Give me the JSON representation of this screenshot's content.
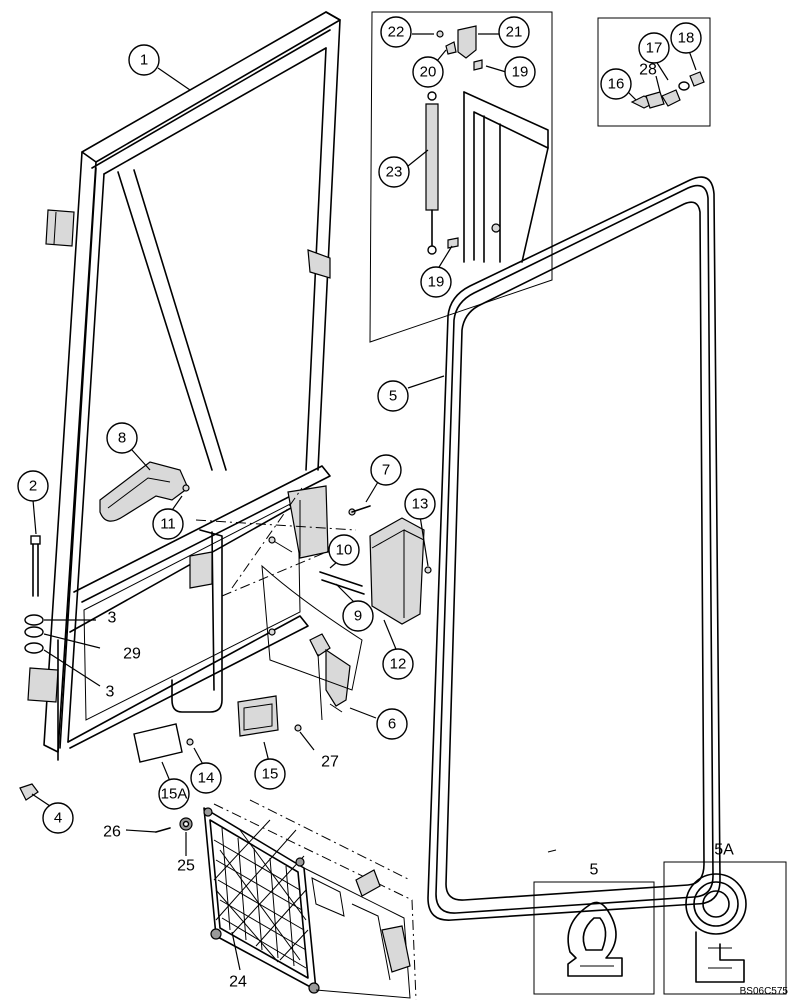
{
  "callouts": [
    {
      "id": "c1",
      "label": "1"
    },
    {
      "id": "c2",
      "label": "2"
    },
    {
      "id": "c3a",
      "label": "3"
    },
    {
      "id": "c29",
      "label": "29"
    },
    {
      "id": "c3b",
      "label": "3"
    },
    {
      "id": "c4",
      "label": "4"
    },
    {
      "id": "c5",
      "label": "5"
    },
    {
      "id": "c6",
      "label": "6"
    },
    {
      "id": "c7",
      "label": "7"
    },
    {
      "id": "c8",
      "label": "8"
    },
    {
      "id": "c9",
      "label": "9"
    },
    {
      "id": "c10",
      "label": "10"
    },
    {
      "id": "c11",
      "label": "11"
    },
    {
      "id": "c12",
      "label": "12"
    },
    {
      "id": "c13",
      "label": "13"
    },
    {
      "id": "c14",
      "label": "14"
    },
    {
      "id": "c15",
      "label": "15"
    },
    {
      "id": "c15a",
      "label": "15A"
    },
    {
      "id": "c16",
      "label": "16"
    },
    {
      "id": "c17",
      "label": "17"
    },
    {
      "id": "c18",
      "label": "18"
    },
    {
      "id": "c28",
      "label": "28"
    },
    {
      "id": "c19a",
      "label": "19"
    },
    {
      "id": "c19b",
      "label": "19"
    },
    {
      "id": "c20",
      "label": "20"
    },
    {
      "id": "c21",
      "label": "21"
    },
    {
      "id": "c22",
      "label": "22"
    },
    {
      "id": "c23",
      "label": "23"
    },
    {
      "id": "c24",
      "label": "24"
    },
    {
      "id": "c25",
      "label": "25"
    },
    {
      "id": "c26",
      "label": "26"
    },
    {
      "id": "c27",
      "label": "27"
    }
  ],
  "detail_labels": {
    "seal_5": "5",
    "seal_5a": "5A"
  },
  "drawing_code": "BS06C575"
}
